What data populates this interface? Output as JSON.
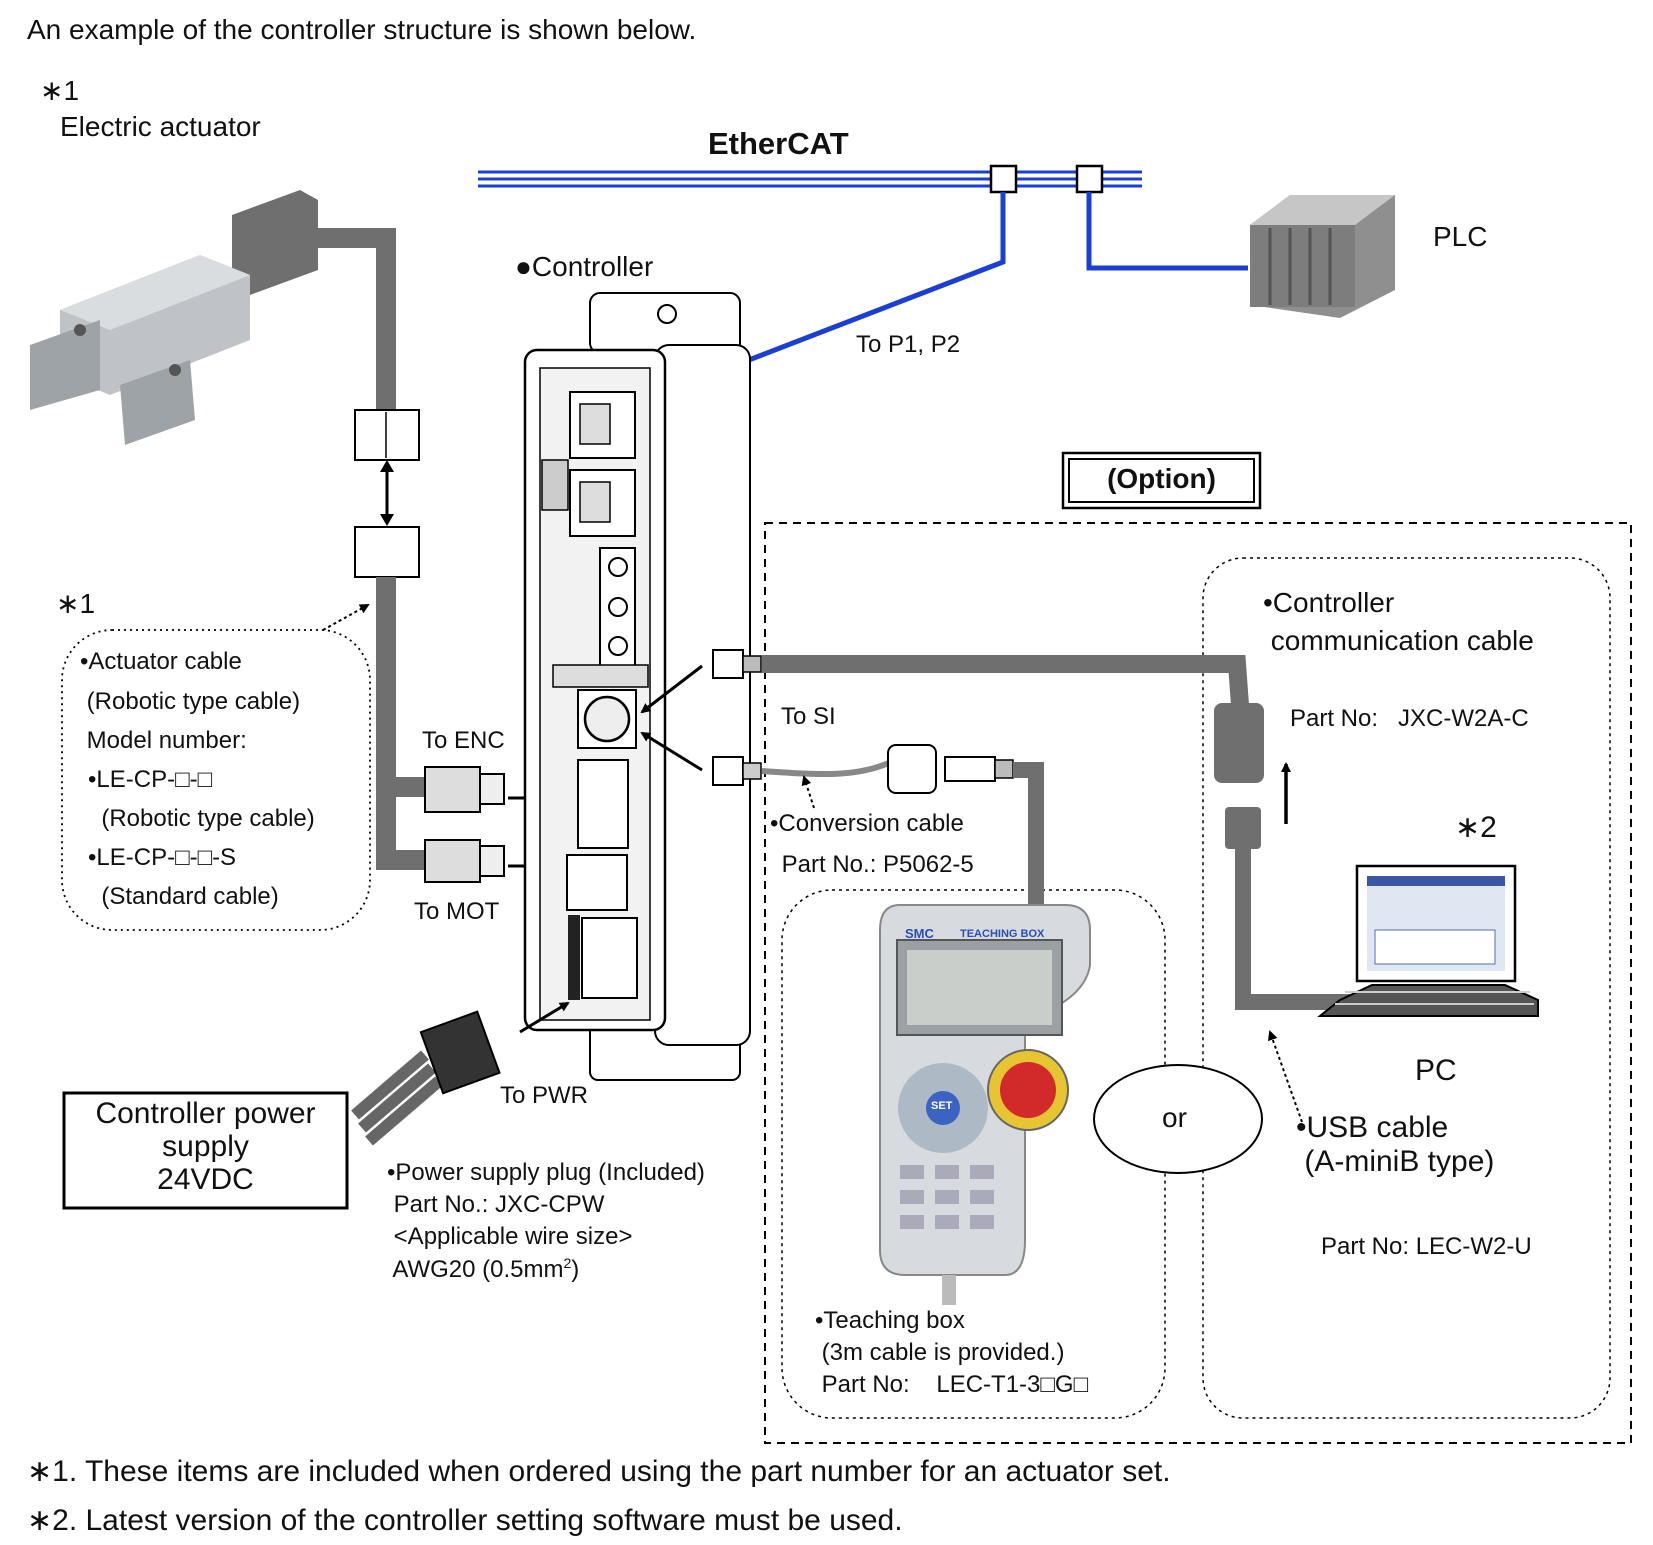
{
  "header": {
    "intro": "An example of the controller structure is shown below."
  },
  "actuator": {
    "note_mark": "∗1",
    "label": "Electric actuator"
  },
  "network": {
    "bus_label": "EtherCAT",
    "plc_label": "PLC",
    "to_ports": "To P1, P2"
  },
  "controller": {
    "label": "●Controller"
  },
  "actuator_cable": {
    "note_mark": "∗1",
    "lines": [
      "•Actuator cable",
      " (Robotic type cable)",
      " Model number:",
      "•LE-CP-□-□",
      "  (Robotic type cable)",
      "•LE-CP-□-□-S",
      "  (Standard cable)"
    ]
  },
  "ports": {
    "enc": "To ENC",
    "mot": "To MOT",
    "pwr": "To PWR",
    "si": "To SI"
  },
  "power_supply": {
    "lines": [
      "Controller power",
      "supply",
      "24VDC"
    ]
  },
  "power_plug": {
    "line1": "•Power supply plug (Included)",
    "line2": " Part No.: JXC-CPW",
    "line3": " <Applicable wire size>",
    "line4_prefix": " AWG20 (0.5mm",
    "line4_sup": "2",
    "line4_suffix": ")"
  },
  "option": {
    "title": "(Option)",
    "comm_cable": {
      "line1": "•Controller",
      "line2": " communication cable",
      "part": "Part No:   JXC-W2A-C"
    },
    "conversion_cable": {
      "line1": "•Conversion cable",
      "line2": " Part No.: P5062-5"
    },
    "teaching_box": {
      "line1": "•Teaching box",
      "line2": " (3m cable is provided.)",
      "line3": " Part No:    LEC-T1-3□G□",
      "brand": "SMC",
      "model": "TEACHING BOX",
      "set_key": "SET"
    },
    "or_label": "or",
    "pc": {
      "note_mark": "∗2",
      "label": "PC"
    },
    "usb_cable": {
      "line1": "•USB cable",
      "line2": " (A-miniB type)",
      "part": "Part No: LEC-W2-U"
    }
  },
  "footnotes": [
    "∗1. These items are included when ordered using the part number for an actuator set.",
    "∗2. Latest version of the controller setting software must be used."
  ],
  "colors": {
    "ethercat_blue": "#1a3fd6",
    "cable_gray": "#6f6f6f",
    "device_gray": "#b8b8b8"
  }
}
